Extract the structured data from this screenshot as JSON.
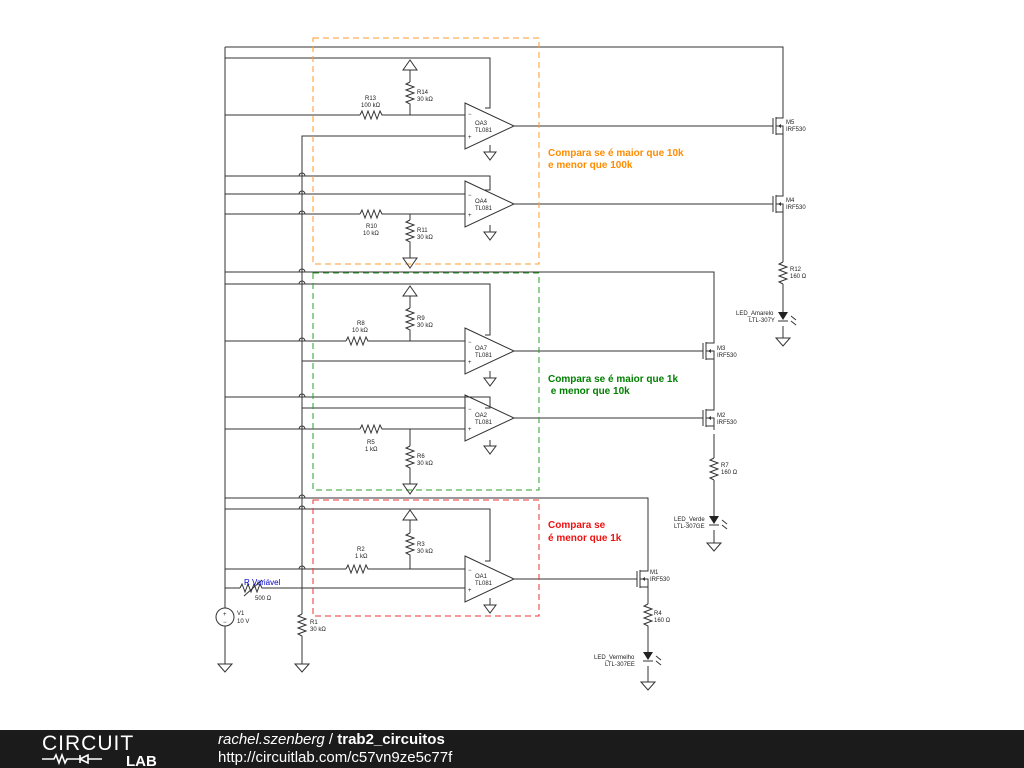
{
  "components": {
    "oa3": {
      "name": "OA3",
      "model": "TL081"
    },
    "oa4": {
      "name": "OA4",
      "model": "TL081"
    },
    "oa7": {
      "name": "OA7",
      "model": "TL081"
    },
    "oa2": {
      "name": "OA2",
      "model": "TL081"
    },
    "oa1": {
      "name": "OA1",
      "model": "TL081"
    },
    "r13": {
      "name": "R13",
      "value": "100 kΩ"
    },
    "r14": {
      "name": "R14",
      "value": "30 kΩ"
    },
    "r10": {
      "name": "R10",
      "value": "10 kΩ"
    },
    "r11": {
      "name": "R11",
      "value": "30 kΩ"
    },
    "r8": {
      "name": "R8",
      "value": "10 kΩ"
    },
    "r9": {
      "name": "R9",
      "value": "30 kΩ"
    },
    "r5": {
      "name": "R5",
      "value": "1 kΩ"
    },
    "r6": {
      "name": "R6",
      "value": "30 kΩ"
    },
    "r2": {
      "name": "R2",
      "value": "1 kΩ"
    },
    "r3": {
      "name": "R3",
      "value": "30 kΩ"
    },
    "r1": {
      "name": "R1",
      "value": "30 kΩ"
    },
    "r12": {
      "name": "R12",
      "value": "160 Ω"
    },
    "r7": {
      "name": "R7",
      "value": "160 Ω"
    },
    "r4": {
      "name": "R4",
      "value": "160 Ω"
    },
    "m5": {
      "name": "M5",
      "model": "IRF530"
    },
    "m4": {
      "name": "M4",
      "model": "IRF530"
    },
    "m3": {
      "name": "M3",
      "model": "IRF530"
    },
    "m2": {
      "name": "M2",
      "model": "IRF530"
    },
    "m1": {
      "name": "M1",
      "model": "IRF530"
    },
    "led_amarelo": {
      "name": "LED_Amarelo",
      "model": "LTL-307Y"
    },
    "led_verde": {
      "name": "LED_Verde",
      "model": "LTL-307GE"
    },
    "led_vermelho": {
      "name": "LED_Vermelho",
      "model": "LTL-307EE"
    },
    "v1": {
      "name": "V1",
      "value": "10 V"
    },
    "rvar": {
      "name": "R Variável",
      "value": "500 Ω"
    }
  },
  "annotations": {
    "orange": {
      "line1": "Compara se é maior que 10k",
      "line2": "e menor que 100k",
      "color": "#ff8c00"
    },
    "green": {
      "line1": "Compara se é maior que 1k",
      "line2": " e menor que 10k",
      "color": "#008000"
    },
    "red": {
      "line1": "Compara se",
      "line2": "é menor que 1k",
      "color": "#ee1111"
    }
  },
  "label_color": "#0000cc",
  "footer": {
    "logo_top": "CIRCUIT",
    "logo_bottom": "LAB",
    "user": "rachel.szenberg",
    "separator": " / ",
    "project": "trab2_circuitos",
    "url": "http://circuitlab.com/c57vn9ze5c77f"
  }
}
